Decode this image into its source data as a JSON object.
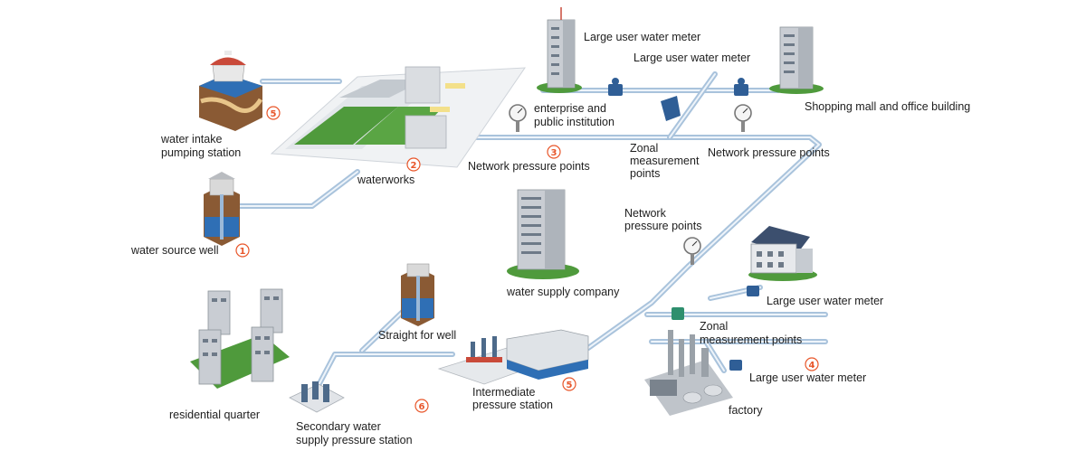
{
  "labels": {
    "water_intake": [
      "water intake",
      "pumping station"
    ],
    "waterworks": "waterworks",
    "water_source_well": "water source well",
    "enterprise": [
      "enterprise and",
      "public institution"
    ],
    "large_meter_top1": "Large user water meter",
    "large_meter_top2": "Large user water meter",
    "shopping_mall": "Shopping mall and office building",
    "network_pressure_1": "Network pressure points",
    "zonal_1": [
      "Zonal",
      "measurement",
      "points"
    ],
    "network_pressure_2": "Network pressure points",
    "network_pressure_3": [
      "Network",
      "pressure points"
    ],
    "water_supply_company": "water supply company",
    "large_meter_mid": "Large user water meter",
    "zonal_2": [
      "Zonal",
      "measurement points"
    ],
    "large_meter_bottom": "Large user water meter",
    "factory": "factory",
    "straight_for_well": "Straight for well",
    "intermediate": [
      "Intermediate",
      "pressure station"
    ],
    "residential": "residential quarter",
    "secondary": [
      "Secondary water",
      "supply pressure station"
    ]
  },
  "numbers": {
    "n1": "1",
    "n2": "2",
    "n3": "3",
    "n4": "4",
    "n5a": "5",
    "n5b": "5",
    "n6": "6"
  },
  "colors": {
    "pipe": "#a9c3dc",
    "marker": "#e8562a",
    "grass": "#4f9a3c",
    "building": "#c9cdd3",
    "water": "#2f6fb5"
  }
}
